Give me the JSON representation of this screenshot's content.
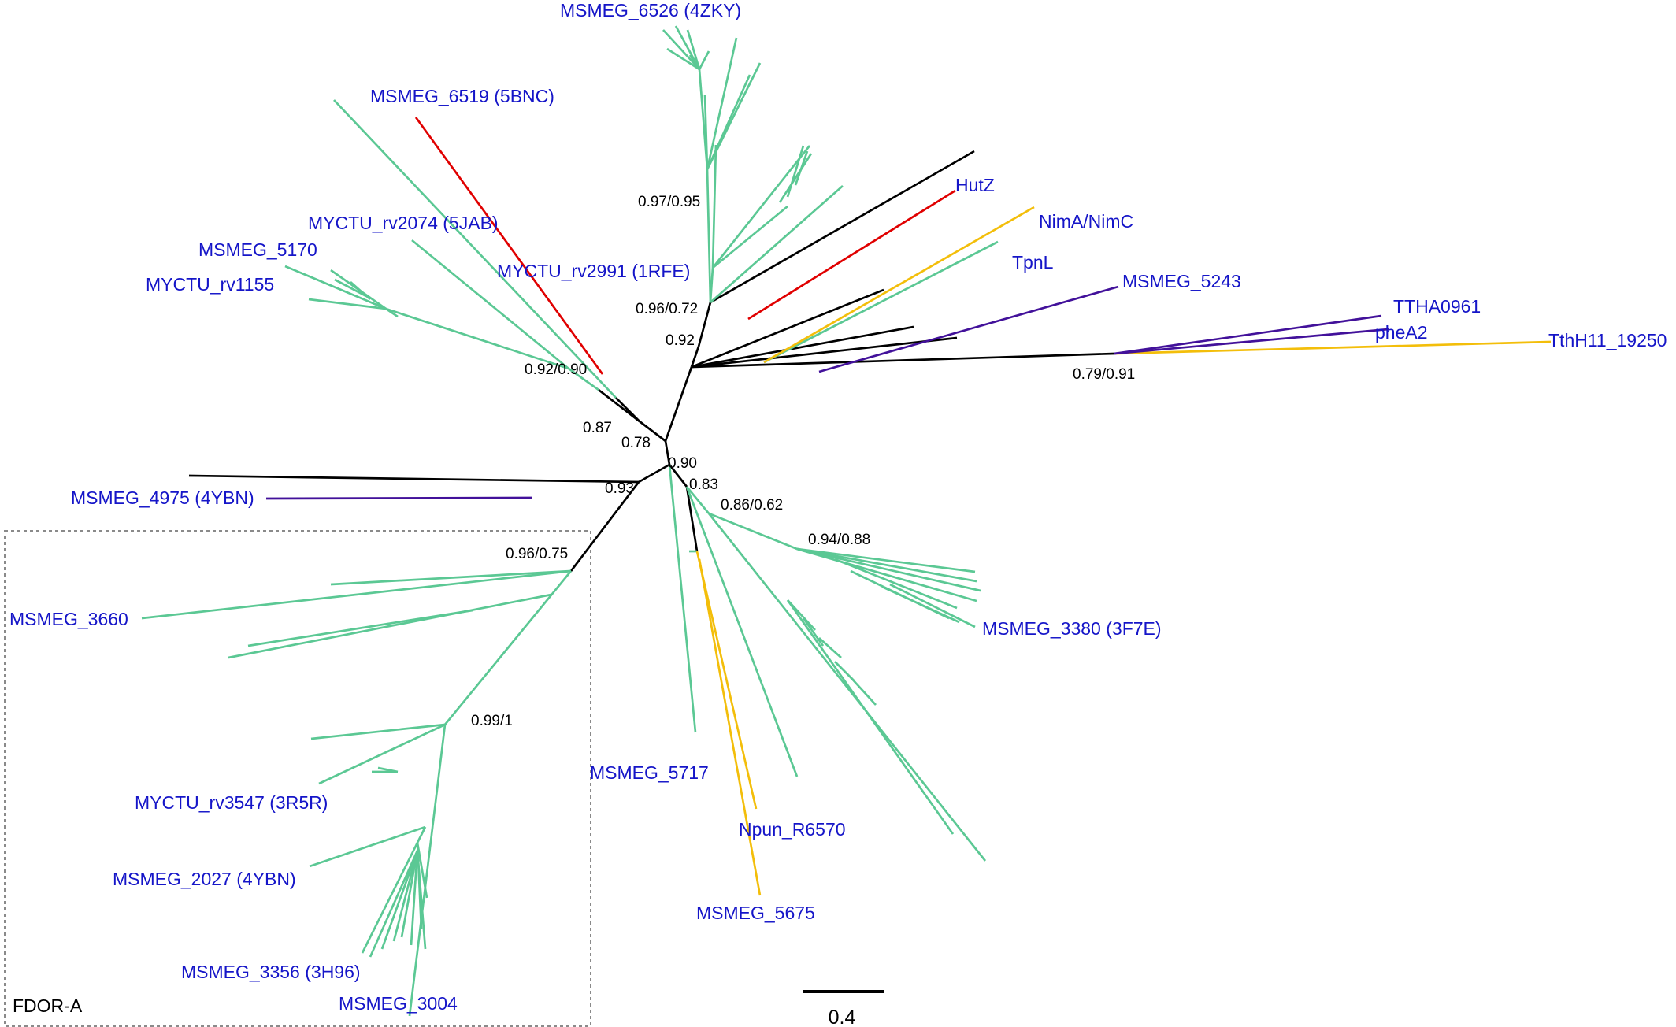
{
  "colors": {
    "green": "#5bc894",
    "black": "#000000",
    "red": "#e00000",
    "yellow": "#f3be0a",
    "purple": "#42119a",
    "label": "#1515c8",
    "box": "#8a8a8a"
  },
  "leaf_labels": [
    "MSMEG_6526 (4ZKY)",
    "MSMEG_6519 (5BNC)",
    "MYCTU_rv2074 (5JAB)",
    "MSMEG_5170",
    "MYCTU_rv1155",
    "MYCTU_rv2991 (1RFE)",
    "HutZ",
    "NimA/NimC",
    "TpnL",
    "MSMEG_5243",
    "TTHA0961",
    "pheA2",
    "TthH11_19250",
    "MSMEG_4975 (4YBN)",
    "MSMEG_3660",
    "MSMEG_3380 (3F7E)",
    "MYCTU_rv3547 (3R5R)",
    "MSMEG_5717",
    "Npun_R6570",
    "MSMEG_2027 (4YBN)",
    "MSMEG_5675",
    "MSMEG_3356 (3H96)",
    "MSMEG_3004"
  ],
  "support_values": [
    "0.97/0.95",
    "0.96/0.72",
    "0.92",
    "0.79/0.91",
    "0.92/0.90",
    "0.87",
    "0.78",
    "0.90",
    "0.93",
    "0.83",
    "0.86/0.62",
    "0.94/0.88",
    "0.96/0.75",
    "0.99/1"
  ],
  "clade_box_label": "FDOR-A",
  "scale_bar_label": "0.4"
}
